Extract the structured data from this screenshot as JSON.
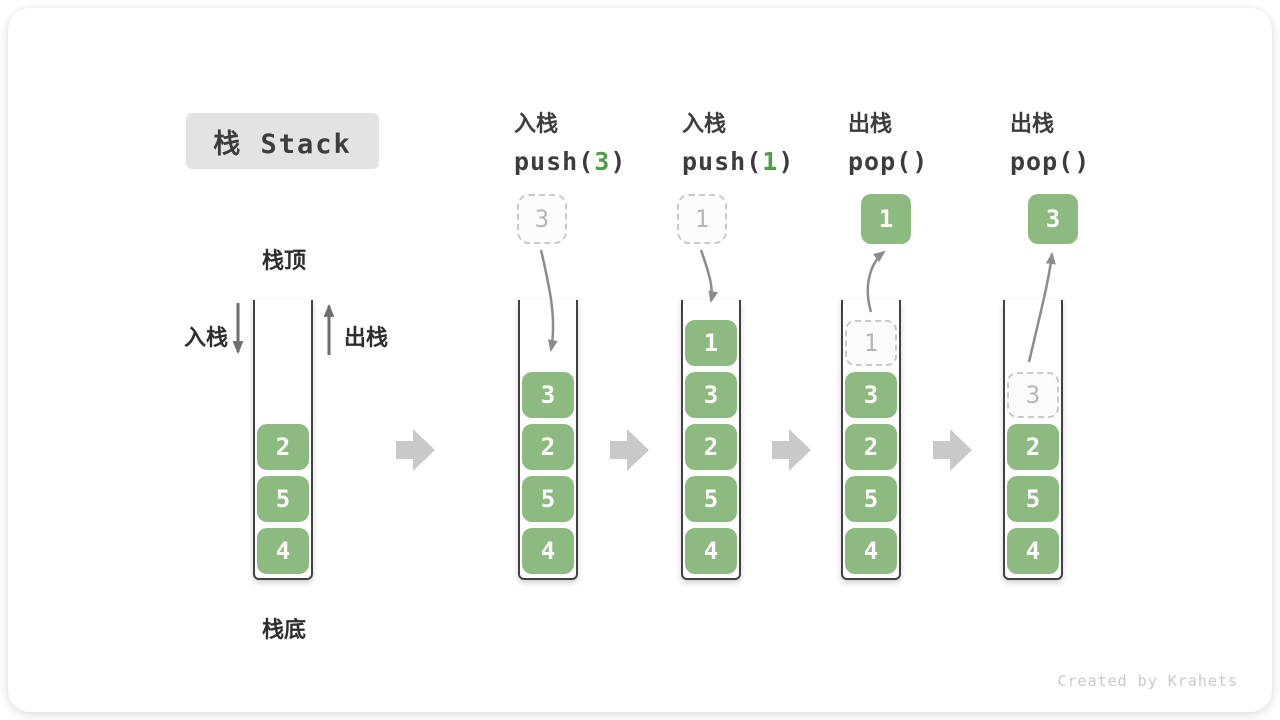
{
  "title": "栈 Stack",
  "labels": {
    "stack_top": "栈顶",
    "stack_bottom": "栈底",
    "push_side": "入栈",
    "pop_side": "出栈"
  },
  "watermark": "Created by Krahets",
  "colors": {
    "cell_green": "#8dba80",
    "code_arg_green": "#4e9e48",
    "curve_arrow_gray": "#8c8c8c",
    "side_arrow_gray": "#6e6e6e",
    "block_arrow_gray": "#c9c9c9",
    "title_bg": "#e3e3e3",
    "text_dark": "#3c3c3c",
    "ghost_border": "#c9c9c9",
    "ghost_text": "#b6b6b6",
    "container_border": "#424242",
    "watermark_gray": "#c9c9c9"
  },
  "stacks": [
    {
      "cells": [
        {
          "v": "2"
        },
        {
          "v": "5"
        },
        {
          "v": "4"
        }
      ]
    },
    {
      "op": {
        "line1": "入栈",
        "code_pre": "push(",
        "code_arg": "3",
        "code_post": ")"
      },
      "float": {
        "value": "3",
        "ghost": true
      },
      "cells": [
        {
          "v": "3"
        },
        {
          "v": "2"
        },
        {
          "v": "5"
        },
        {
          "v": "4"
        }
      ]
    },
    {
      "op": {
        "line1": "入栈",
        "code_pre": "push(",
        "code_arg": "1",
        "code_post": ")"
      },
      "float": {
        "value": "1",
        "ghost": true
      },
      "cells": [
        {
          "v": "1"
        },
        {
          "v": "3"
        },
        {
          "v": "2"
        },
        {
          "v": "5"
        },
        {
          "v": "4"
        }
      ]
    },
    {
      "op": {
        "line1": "出栈",
        "code_pre": "pop()",
        "code_arg": "",
        "code_post": ""
      },
      "float": {
        "value": "1",
        "ghost": false
      },
      "cells": [
        {
          "v": "1",
          "ghost": true
        },
        {
          "v": "3"
        },
        {
          "v": "2"
        },
        {
          "v": "5"
        },
        {
          "v": "4"
        }
      ]
    },
    {
      "op": {
        "line1": "出栈",
        "code_pre": "pop()",
        "code_arg": "",
        "code_post": ""
      },
      "float": {
        "value": "3",
        "ghost": false
      },
      "cells": [
        {
          "v": "3",
          "ghost": true
        },
        {
          "v": "2"
        },
        {
          "v": "5"
        },
        {
          "v": "4"
        }
      ]
    }
  ]
}
